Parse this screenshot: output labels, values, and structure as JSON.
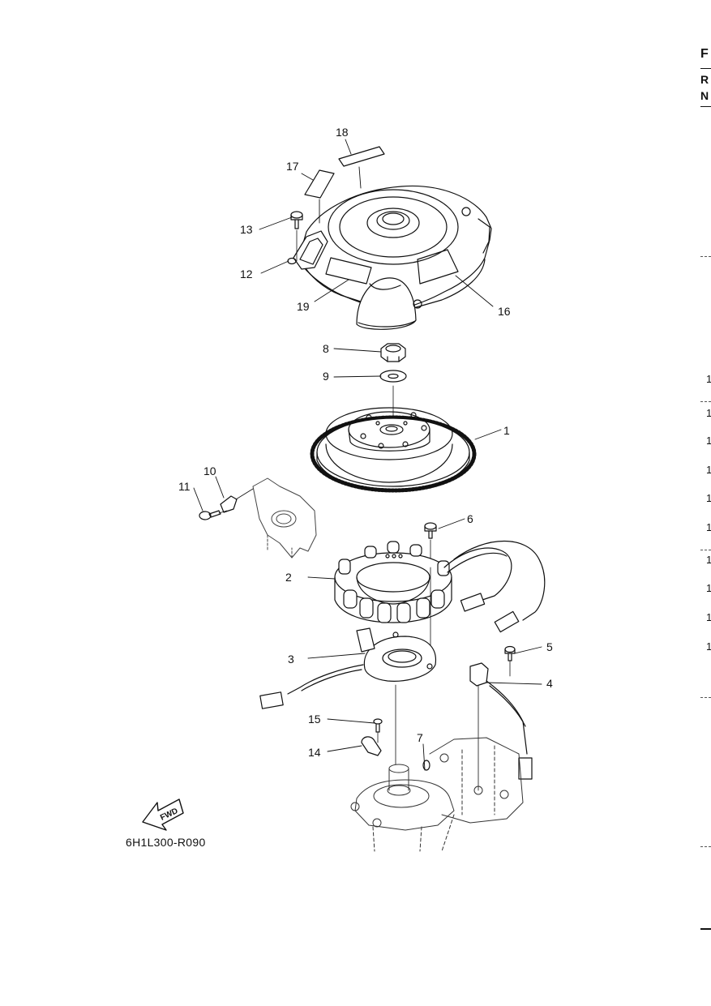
{
  "diagram_ref": "6H1L300-R090",
  "fwd_label": "FWD",
  "callouts": [
    "1",
    "2",
    "3",
    "4",
    "5",
    "6",
    "7",
    "8",
    "9",
    "10",
    "11",
    "12",
    "13",
    "14",
    "15",
    "16",
    "17",
    "18",
    "19"
  ],
  "right_edge": {
    "letters": [
      "F",
      "R",
      "N"
    ],
    "digits": [
      "1",
      "1",
      "1",
      "1",
      "1",
      "1",
      "1",
      "1",
      "1",
      "1"
    ]
  }
}
